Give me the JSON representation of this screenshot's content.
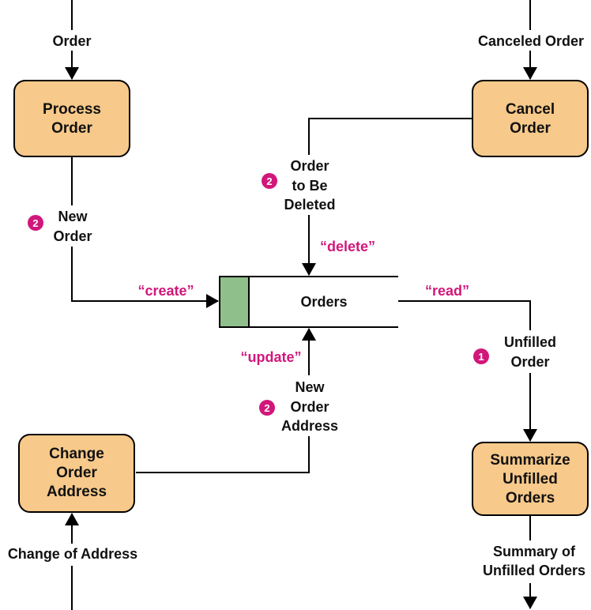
{
  "colors": {
    "process_fill": "#f7c98a",
    "process_stroke": "#000000",
    "store_tab": "#8fbf8a",
    "operation_text": "#d1177a",
    "badge": "#d1177a"
  },
  "processes": {
    "process_order": [
      "Process",
      "Order"
    ],
    "cancel_order": [
      "Cancel",
      "Order"
    ],
    "change_address": [
      "Change",
      "Order",
      "Address"
    ],
    "summarize": [
      "Summarize",
      "Unfilled",
      "Orders"
    ]
  },
  "data_store": {
    "label": "Orders"
  },
  "flows": {
    "order": "Order",
    "canceled_order": "Canceled Order",
    "new_order": [
      "New",
      "Order"
    ],
    "order_to_be_deleted": [
      "Order",
      "to Be",
      "Deleted"
    ],
    "unfilled_order": [
      "Unfilled",
      "Order"
    ],
    "new_order_address": [
      "New",
      "Order",
      "Address"
    ],
    "change_of_address": "Change of Address",
    "summary": [
      "Summary of",
      "Unfilled Orders"
    ]
  },
  "operations": {
    "create": "“create”",
    "delete": "“delete”",
    "read": "“read”",
    "update": "“update”"
  },
  "badges": {
    "new_order": "2",
    "order_to_be_deleted": "2",
    "unfilled_order": "1",
    "new_order_address": "2"
  }
}
